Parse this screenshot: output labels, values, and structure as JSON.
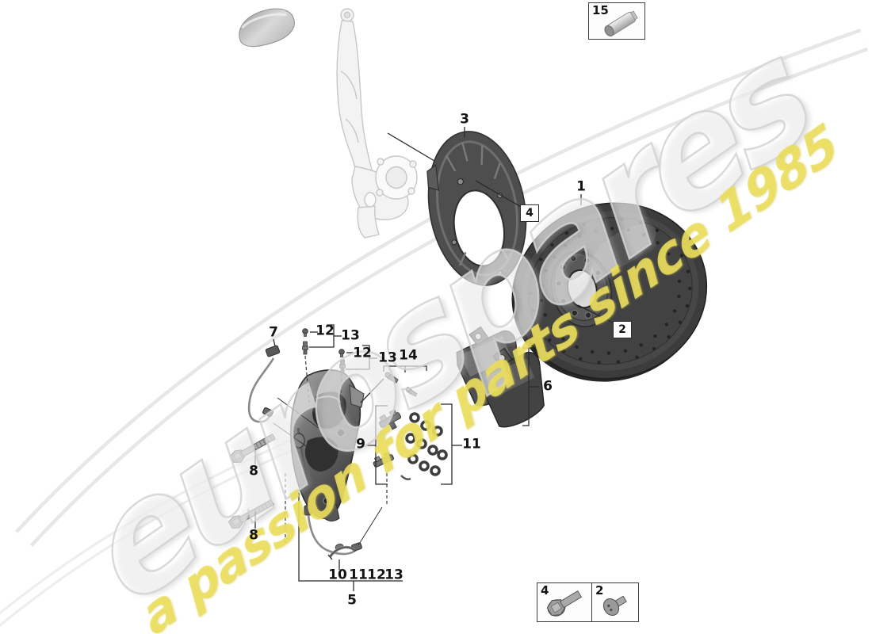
{
  "watermark": {
    "brand": "eurospares",
    "tagline": "a passion for parts since 1985",
    "brand_outline_color": "#d2d2d2",
    "tagline_color": "#ebde5f"
  },
  "callouts": {
    "1": "1",
    "2": "2",
    "3": "3",
    "4": "4",
    "5": "5",
    "6": "6",
    "7": "7",
    "8": "8",
    "9": "9",
    "10": "10",
    "11": "11",
    "12": "12",
    "13": "13",
    "14": "14",
    "15": "15"
  },
  "legend": {
    "grease_box_label": "15",
    "bottom_boxes": [
      {
        "label": "4"
      },
      {
        "label": "2"
      }
    ],
    "bottom_row": [
      "10",
      "11",
      "12",
      "13"
    ],
    "caliper_label": "5"
  },
  "colors": {
    "part_dark": "#3c3c3c",
    "part_mid": "#5a5a5a",
    "line": "#2b2b2b",
    "ghost": "#cccccc"
  }
}
